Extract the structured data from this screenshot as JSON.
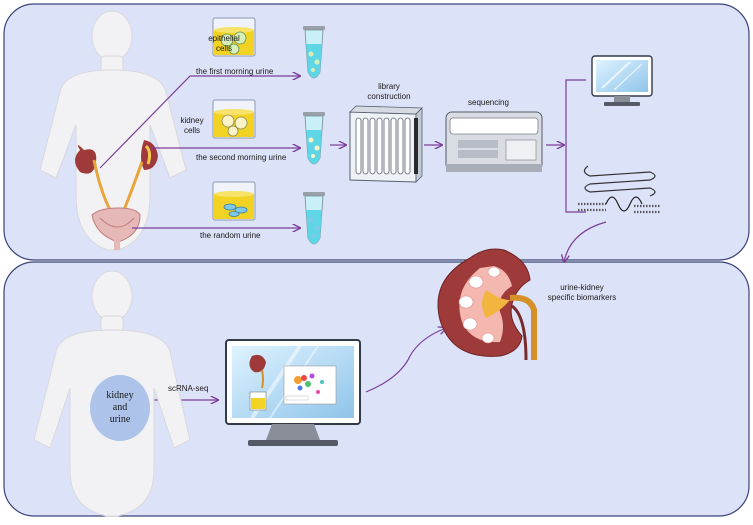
{
  "labels": {
    "epithelial_cells": [
      "epithelial",
      "cells"
    ],
    "first_morning_urine": "the first morning urine",
    "kidney_cells": [
      "kidney",
      "cells"
    ],
    "second_morning_urine": "the second morning urine",
    "random_urine": "the random urine",
    "library_construction": [
      "library",
      "construction"
    ],
    "sequencing": "sequencing",
    "biomarkers": [
      "urine-kidney",
      "specific biomarkers"
    ],
    "scrna_seq": "scRNA-seq",
    "kidney_and_urine": [
      "kidney",
      "and",
      "urine"
    ]
  },
  "colors": {
    "panel_fill": "#dce2f7",
    "panel_stroke": "#3a4478",
    "arrow": "#7b3f9a",
    "body": "#f2f2f4",
    "kidney_red": "#9e3a3a",
    "liquid_yellow": "#f2d324",
    "tube_cyan": "#5fd6e6"
  }
}
